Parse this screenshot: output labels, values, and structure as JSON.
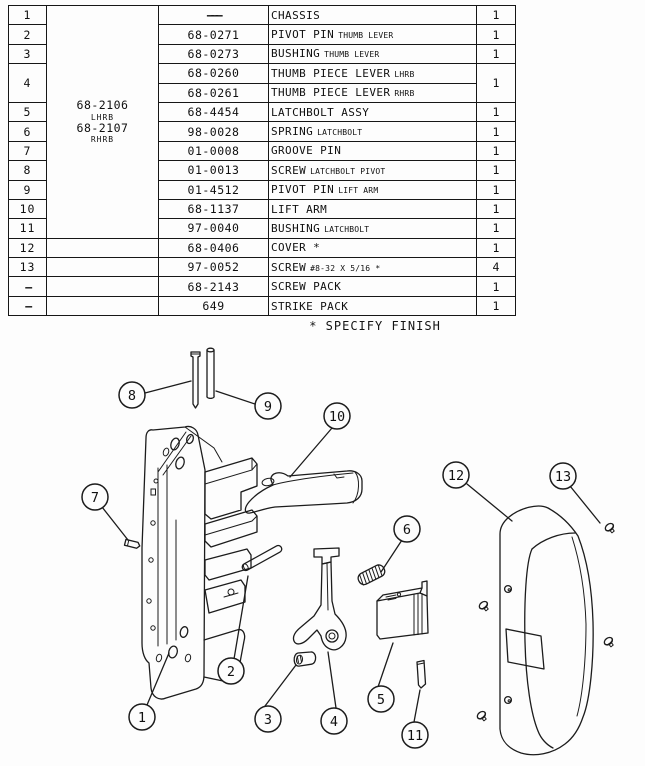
{
  "note": "* SPECIFY FINISH",
  "table": {
    "assembly": {
      "line1": "68-2106",
      "line2": "LHRB",
      "line3": "68-2107",
      "line4": "RHRB"
    },
    "rows": [
      {
        "item": "1",
        "part": "———",
        "desc": "CHASSIS",
        "sub": "",
        "qty": "1"
      },
      {
        "item": "2",
        "part": "68-0271",
        "desc": "PIVOT PIN",
        "sub": "THUMB LEVER",
        "qty": "1"
      },
      {
        "item": "3",
        "part": "68-0273",
        "desc": "BUSHING",
        "sub": "THUMB LEVER",
        "qty": "1"
      },
      {
        "item": "4",
        "part": "68-0260",
        "desc": "THUMB PIECE LEVER",
        "sub": "LHRB",
        "qty": "1"
      },
      {
        "item": "",
        "part": "68-0261",
        "desc": "THUMB PIECE LEVER",
        "sub": "RHRB",
        "qty": ""
      },
      {
        "item": "5",
        "part": "68-4454",
        "desc": "LATCHBOLT ASSY",
        "sub": "",
        "qty": "1"
      },
      {
        "item": "6",
        "part": "98-0028",
        "desc": "SPRING",
        "sub": "LATCHBOLT",
        "qty": "1"
      },
      {
        "item": "7",
        "part": "01-0008",
        "desc": "GROOVE PIN",
        "sub": "",
        "qty": "1"
      },
      {
        "item": "8",
        "part": "01-0013",
        "desc": "SCREW",
        "sub": "LATCHBOLT PIVOT",
        "qty": "1"
      },
      {
        "item": "9",
        "part": "01-4512",
        "desc": "PIVOT PIN",
        "sub": "LIFT ARM",
        "qty": "1"
      },
      {
        "item": "10",
        "part": "68-1137",
        "desc": "LIFT ARM",
        "sub": "",
        "qty": "1"
      },
      {
        "item": "11",
        "part": "97-0040",
        "desc": "BUSHING",
        "sub": "LATCHBOLT",
        "qty": "1"
      },
      {
        "item": "12",
        "part": "68-0406",
        "desc": "COVER *",
        "sub": "",
        "qty": "1"
      },
      {
        "item": "13",
        "part": "97-0052",
        "desc": "SCREW",
        "sub": "#8-32 X 5/16 *",
        "qty": "4"
      },
      {
        "item": "—",
        "part": "68-2143",
        "desc": "SCREW PACK",
        "sub": "",
        "qty": "1"
      },
      {
        "item": "—",
        "part": "649",
        "desc": "STRIKE PACK",
        "sub": "",
        "qty": "1"
      }
    ]
  },
  "diagram": {
    "balloons": [
      {
        "label": "1"
      },
      {
        "label": "2"
      },
      {
        "label": "3"
      },
      {
        "label": "4"
      },
      {
        "label": "5"
      },
      {
        "label": "6"
      },
      {
        "label": "7"
      },
      {
        "label": "8"
      },
      {
        "label": "9"
      },
      {
        "label": "10"
      },
      {
        "label": "11"
      },
      {
        "label": "12"
      },
      {
        "label": "13"
      }
    ]
  }
}
